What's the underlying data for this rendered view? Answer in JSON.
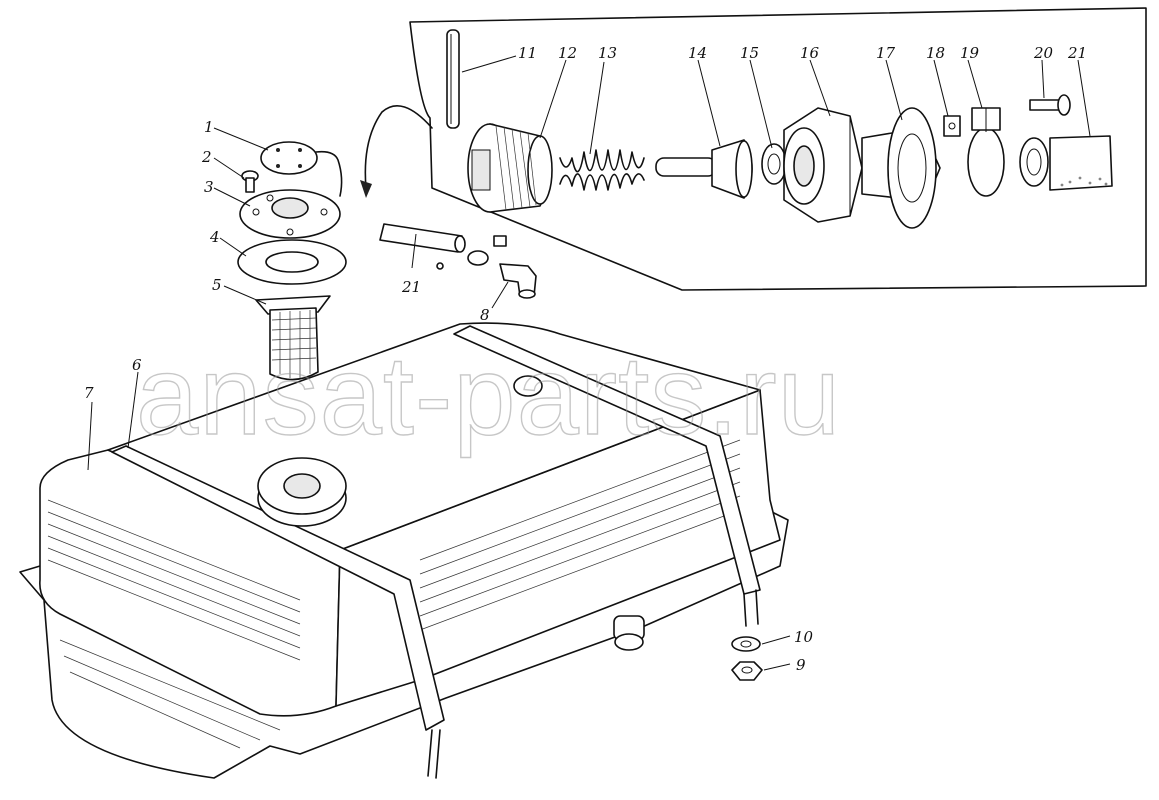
{
  "watermark": "ansat-parts.ru",
  "callouts": [
    {
      "id": "1",
      "text": "1"
    },
    {
      "id": "2",
      "text": "2"
    },
    {
      "id": "3",
      "text": "3"
    },
    {
      "id": "4",
      "text": "4"
    },
    {
      "id": "5",
      "text": "5"
    },
    {
      "id": "6",
      "text": "6"
    },
    {
      "id": "7",
      "text": "7"
    },
    {
      "id": "8",
      "text": "8"
    },
    {
      "id": "9",
      "text": "9"
    },
    {
      "id": "10",
      "text": "10"
    },
    {
      "id": "11",
      "text": "11"
    },
    {
      "id": "12",
      "text": "12"
    },
    {
      "id": "13",
      "text": "13"
    },
    {
      "id": "14",
      "text": "14"
    },
    {
      "id": "15",
      "text": "15"
    },
    {
      "id": "16",
      "text": "16"
    },
    {
      "id": "17",
      "text": "17"
    },
    {
      "id": "18",
      "text": "18"
    },
    {
      "id": "19",
      "text": "19"
    },
    {
      "id": "20",
      "text": "20"
    },
    {
      "id": "21a",
      "text": "21"
    },
    {
      "id": "21b",
      "text": "21"
    }
  ]
}
